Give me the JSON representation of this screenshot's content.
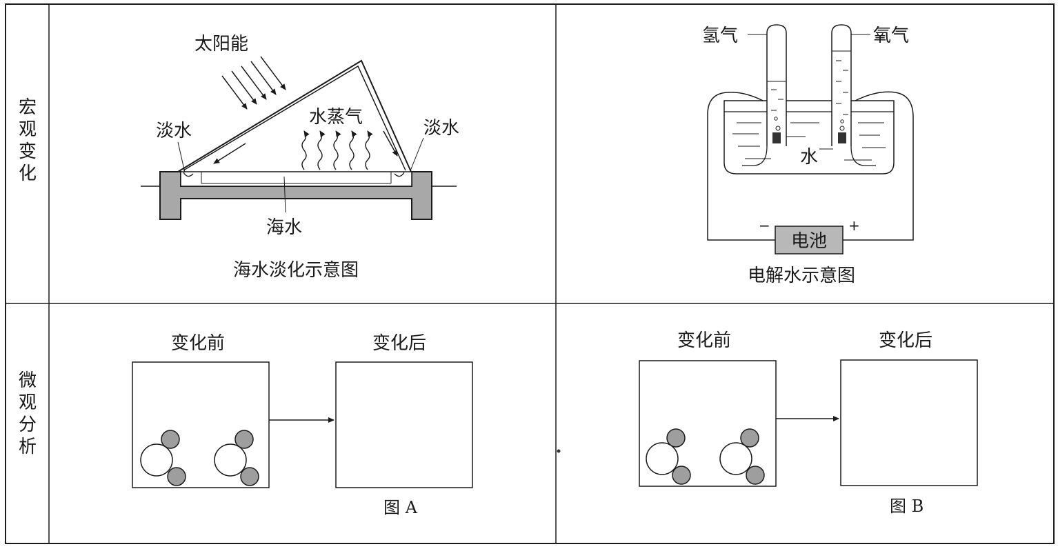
{
  "table": {
    "row_headers": [
      "宏观变化",
      "微观分析"
    ]
  },
  "desalination": {
    "labels": {
      "solar": "太阳能",
      "fresh_left": "淡水",
      "fresh_right": "淡水",
      "vapor": "水蒸气",
      "seawater": "海水"
    },
    "caption": "海水淡化示意图"
  },
  "electrolysis": {
    "labels": {
      "hydrogen": "氢气",
      "oxygen": "氧气",
      "water": "水",
      "battery": "电池",
      "minus": "−",
      "plus": "+"
    },
    "caption": "电解水示意图"
  },
  "micro_a": {
    "before": "变化前",
    "after": "变化后",
    "caption": "图 A"
  },
  "micro_b": {
    "before": "变化前",
    "after": "变化后",
    "caption": "图 B"
  },
  "colors": {
    "line": "#1a1a1a",
    "wall_fill": "#a8a8a8",
    "small_atom": "#9e9e9e",
    "battery_fill": "#b8b8b8",
    "large_atom": "#ffffff"
  }
}
